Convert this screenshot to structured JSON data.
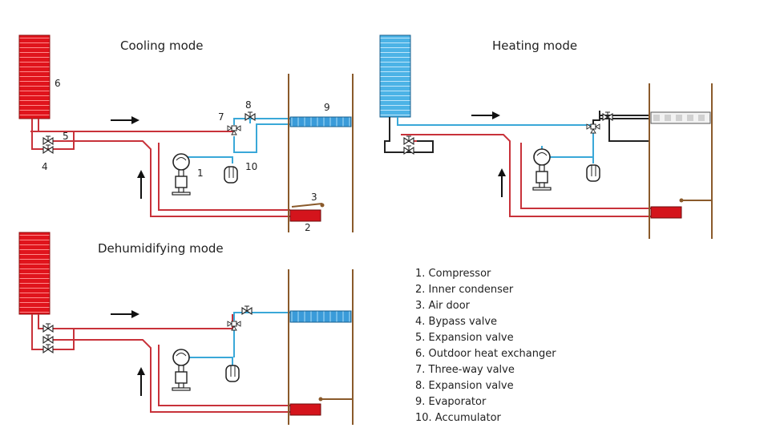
{
  "diagram": {
    "panels": {
      "cooling": {
        "title": "Cooling mode",
        "labels": {
          "n1": "1",
          "n2": "2",
          "n3": "3",
          "n4": "4",
          "n5": "5",
          "n6": "6",
          "n7": "7",
          "n8": "8",
          "n9": "9",
          "n10": "10"
        }
      },
      "heating": {
        "title": "Heating mode"
      },
      "dehumidifying": {
        "title": "Dehumidifying mode"
      }
    },
    "legend": [
      "1. Compressor",
      "2. Inner condenser",
      "3. Air door",
      "4. Bypass valve",
      "5. Expansion valve",
      "6. Outdoor heat exchanger",
      "7. Three-way valve",
      "8. Expansion valve",
      "9. Evaporator",
      "10. Accumulator"
    ],
    "colors": {
      "hot_line": "#c8323a",
      "cold_line": "#3aa8d8",
      "dark_line": "#222222",
      "wall": "#8a5a2b",
      "hx_red": "#e0141c",
      "hx_blue": "#4cb3e6"
    }
  }
}
